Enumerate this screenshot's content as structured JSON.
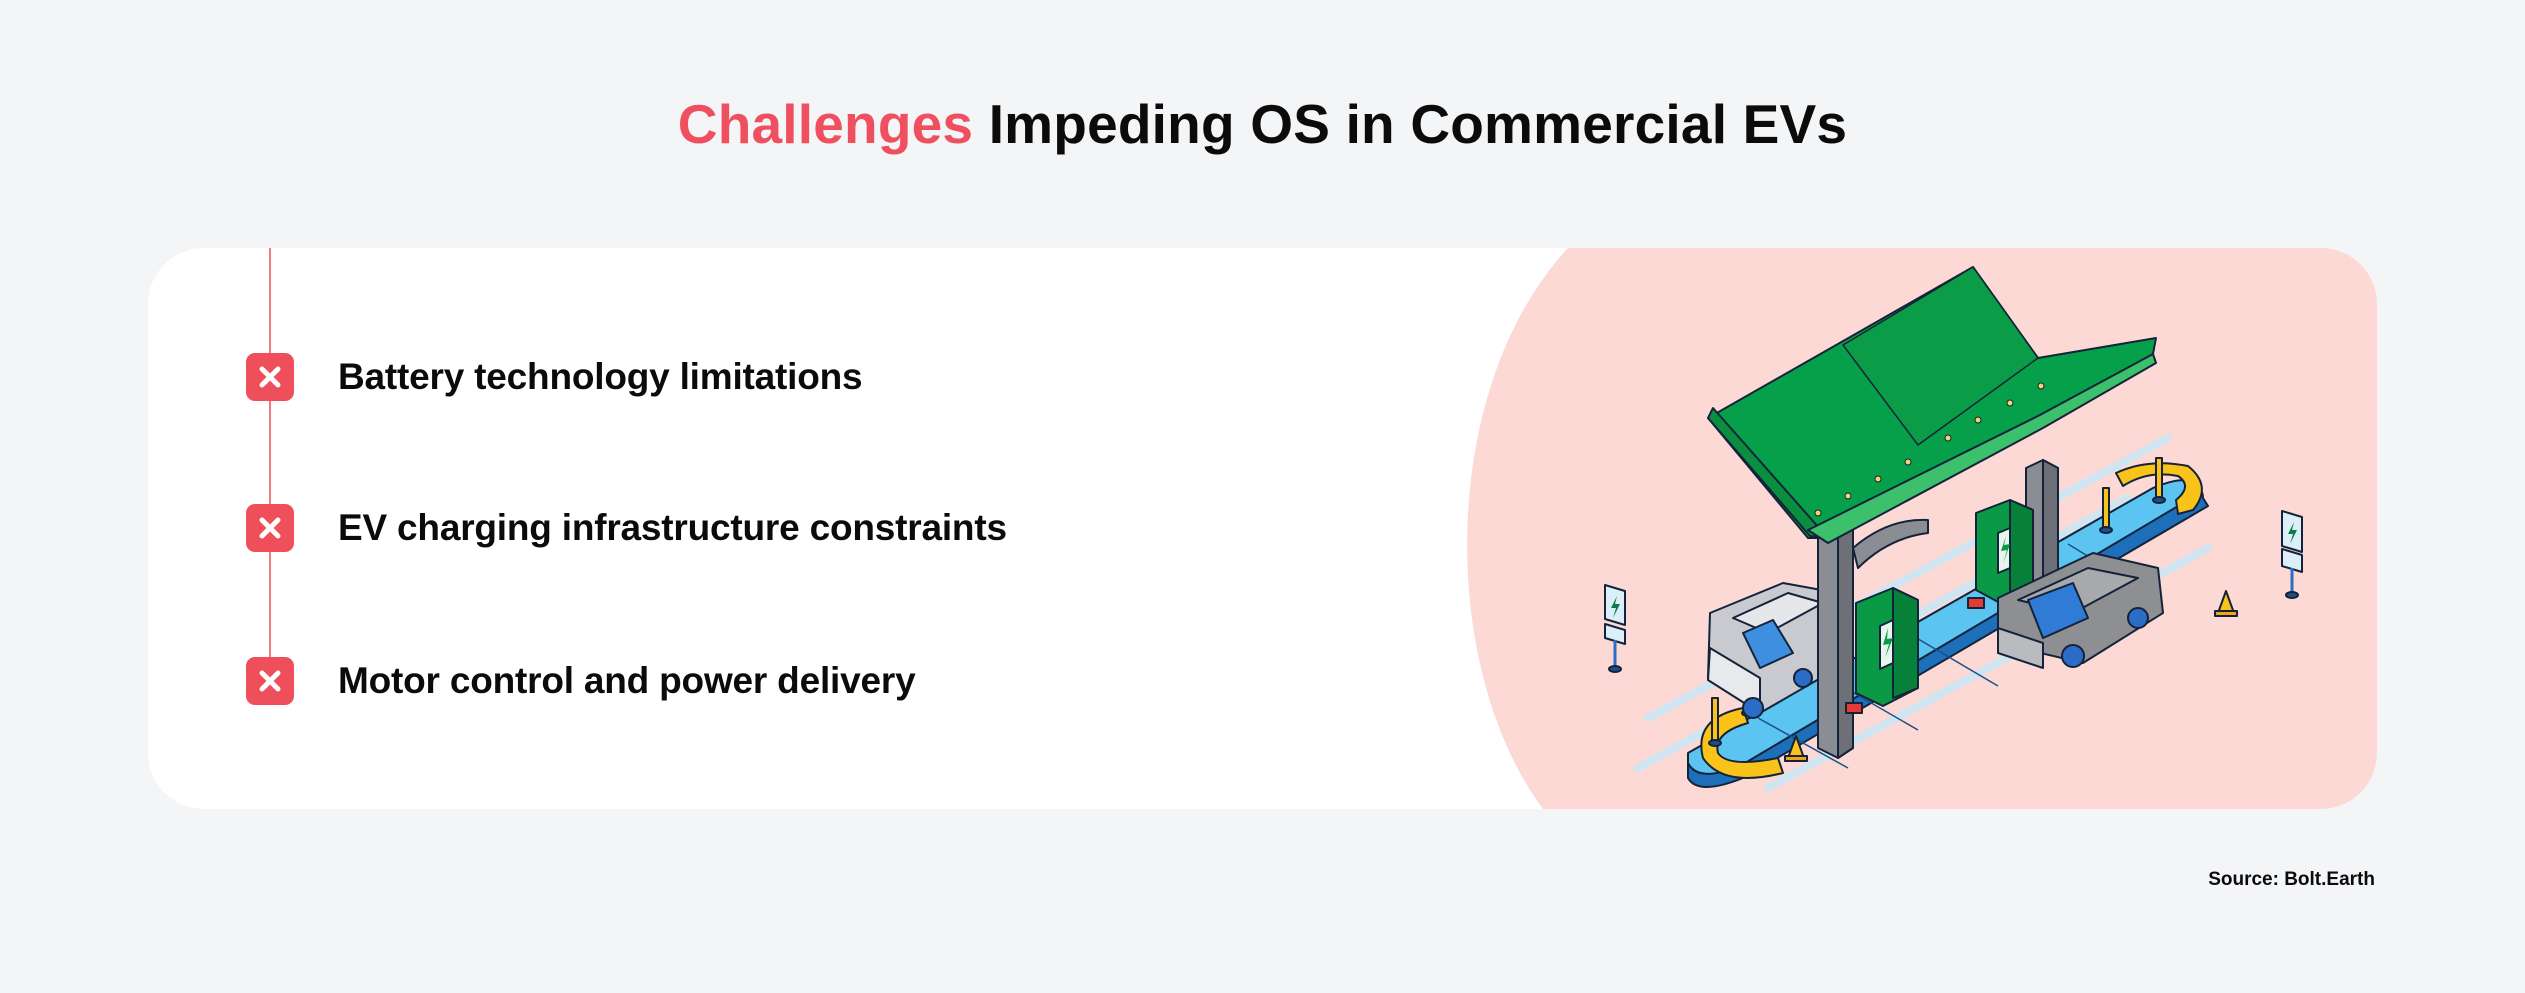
{
  "header": {
    "title_accent": "Challenges",
    "title_rest": " Impeding OS in Commercial EVs"
  },
  "challenges": {
    "items": [
      {
        "icon": "x-mark-icon",
        "label": "Battery technology limitations"
      },
      {
        "icon": "x-mark-icon",
        "label": "EV charging infrastructure constraints"
      },
      {
        "icon": "x-mark-icon",
        "label": "Motor control and power delivery"
      }
    ]
  },
  "illustration": {
    "subject": "EV charging station with canopy, two chargers and two cars",
    "icons": [
      "charging-canopy",
      "ev-charger-icon",
      "car-icon",
      "traffic-cone-icon",
      "ev-sign-icon",
      "lightning-bolt-icon"
    ]
  },
  "footer": {
    "source": "Source: Bolt.Earth"
  },
  "colors": {
    "accent": "#EF5060",
    "icon_bg": "#EF4F5B",
    "timeline": "#F07A80",
    "page_bg": "#F4F5F7",
    "card_bg": "#FFFFFF",
    "illustration_bg": "#FCD9D4",
    "canopy_green": "#07A04A",
    "island_blue": "#5BC4F0"
  }
}
